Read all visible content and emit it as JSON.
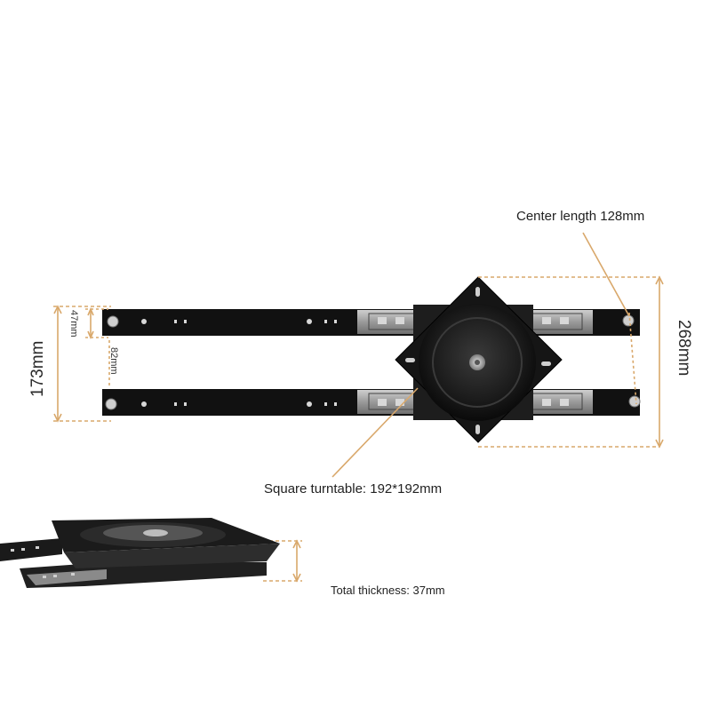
{
  "callouts": {
    "center_length": "Center length 128mm",
    "turntable_size": "Square turntable: 192*192mm",
    "total_thickness": "Total thickness: 37mm"
  },
  "dimensions": {
    "overall_height": "268mm",
    "outer_rail_span": "173mm",
    "rail_width": "47mm",
    "inner_gap": "82mm"
  },
  "colors": {
    "dimension_line": "#d9a86b",
    "rail_metal": "#111111",
    "slide_metal": "#8f8f8f",
    "plate_metal": "#151515"
  }
}
